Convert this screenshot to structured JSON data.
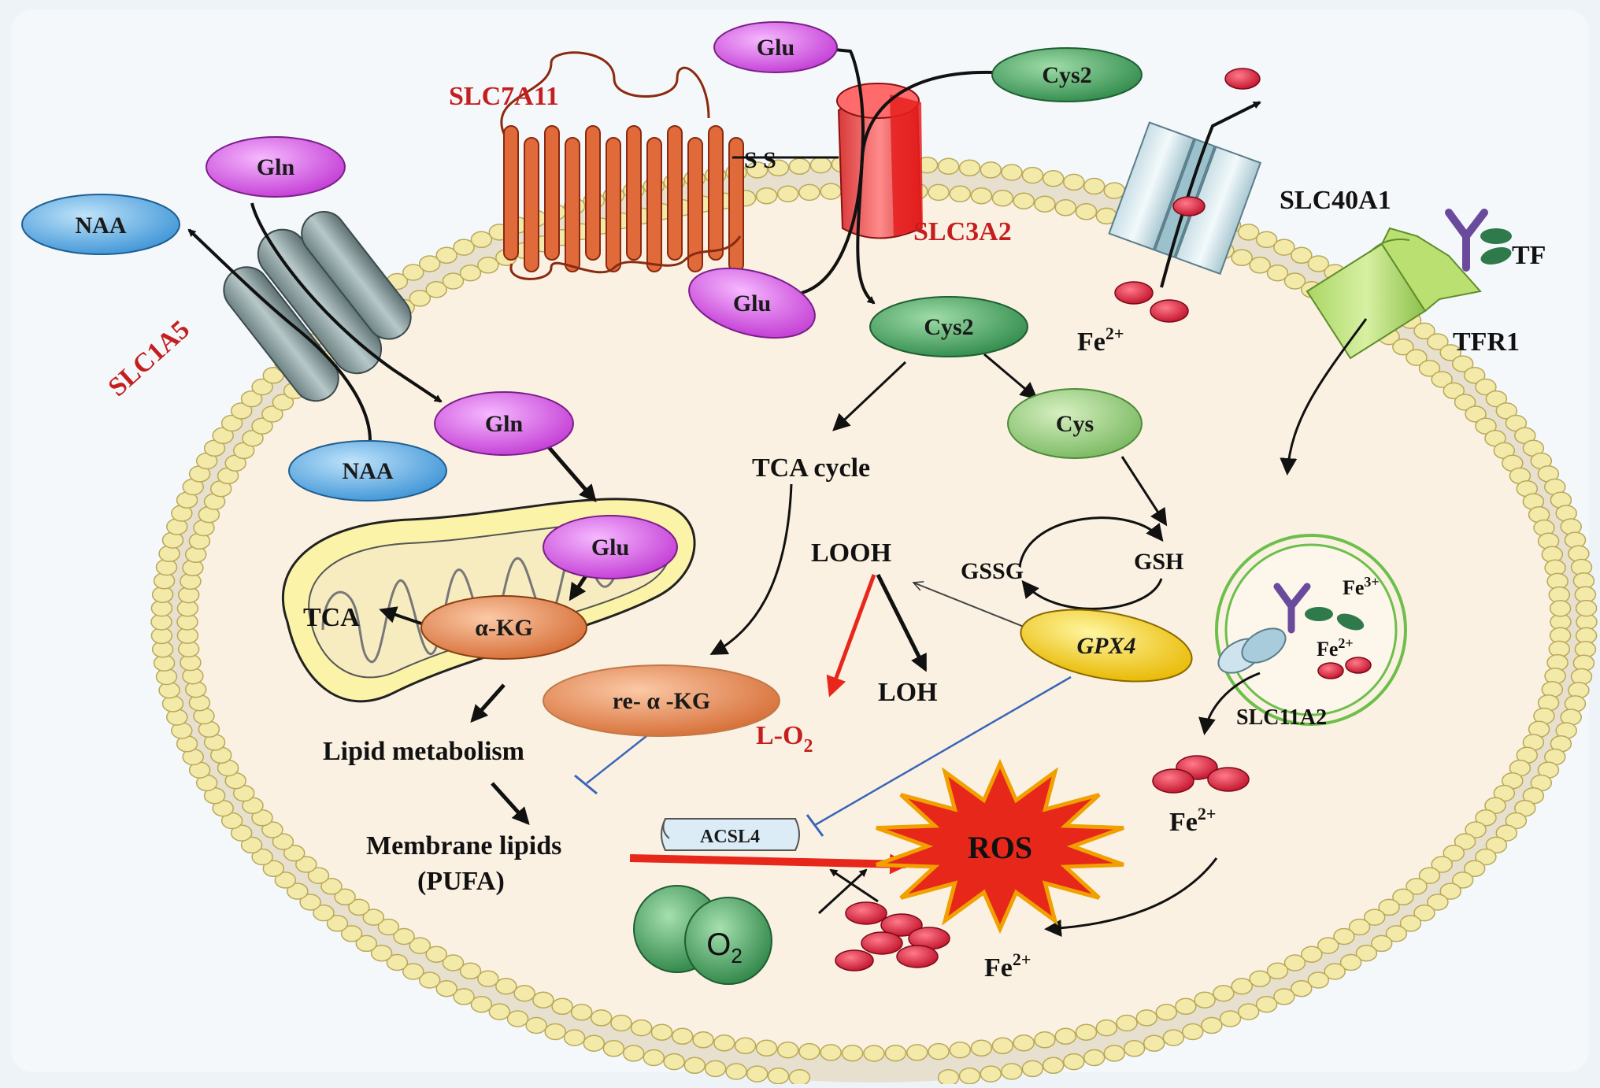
{
  "transporters": {
    "slc7a11": "SLC7A11",
    "slc3a2": "SLC3A2",
    "slc1a5": "SLC1A5",
    "slc40a1": "SLC40A1",
    "tfr1": "TFR1",
    "tf": "TF",
    "slc11a2": "SLC11A2",
    "disulfide": "S S"
  },
  "metabolites": {
    "glu_out": "Glu",
    "glu_in": "Glu",
    "glu_mito": "Glu",
    "cys2_out": "Cys2",
    "cys2_in": "Cys2",
    "cys": "Cys",
    "gln_out": "Gln",
    "gln_in": "Gln",
    "naa_out": "NAA",
    "naa_in": "NAA",
    "akg": "α-KG",
    "re_akg": "re- α -KG",
    "gpx4": "GPX4",
    "acsl4": "ACSL4",
    "ros": "ROS",
    "o2_base": "O",
    "o2_sub": "2"
  },
  "labels": {
    "tca_cycle": "TCA cycle",
    "tca": "TCA",
    "looh": "LOOH",
    "loh": "LOH",
    "l_o2_base": "L-O",
    "l_o2_sub": "2",
    "gssg": "GSSG",
    "gsh": "GSH",
    "lipid_metabolism": "Lipid metabolism",
    "membrane_lipids": "Membrane lipids",
    "pufa": "(PUFA)",
    "fe2_sup": "2+",
    "fe3_sup": "3+",
    "fe_base": "Fe"
  },
  "colors": {
    "membrane_head": "#f3e9a8",
    "membrane_head_stroke": "#b8a85a",
    "cytoplasm": "#fbf1e2",
    "glu_gln": "#dd6ee8",
    "cys": "#3f9a5a",
    "cys_light": "#8fca7a",
    "naa": "#5fb0e6",
    "akg": "#e8905a",
    "gpx4": "#f0d400",
    "iron": "#d81d36",
    "ros": "#e8271b",
    "label_red": "#c41e1e",
    "inhibit_blue": "#3a66b8"
  }
}
